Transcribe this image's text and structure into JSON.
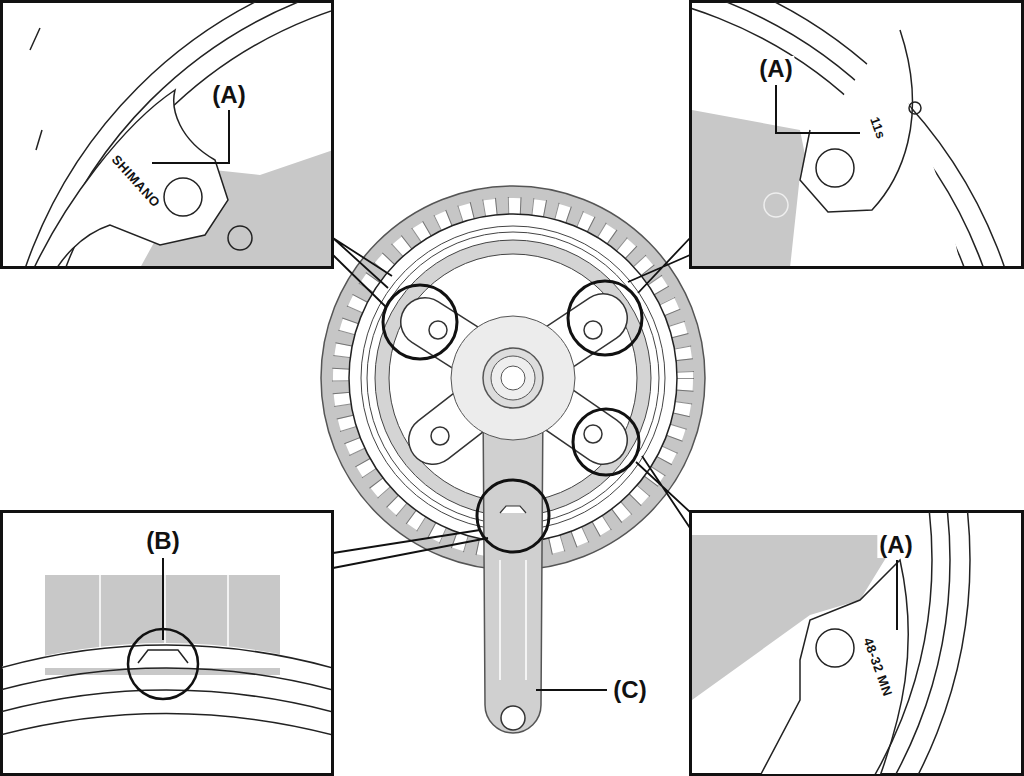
{
  "diagram": {
    "labels": [
      "(A)",
      "SHIMANO",
      "(A)",
      "11s",
      "(B)",
      "(A)",
      "48-32 MN",
      "(C)"
    ]
  }
}
